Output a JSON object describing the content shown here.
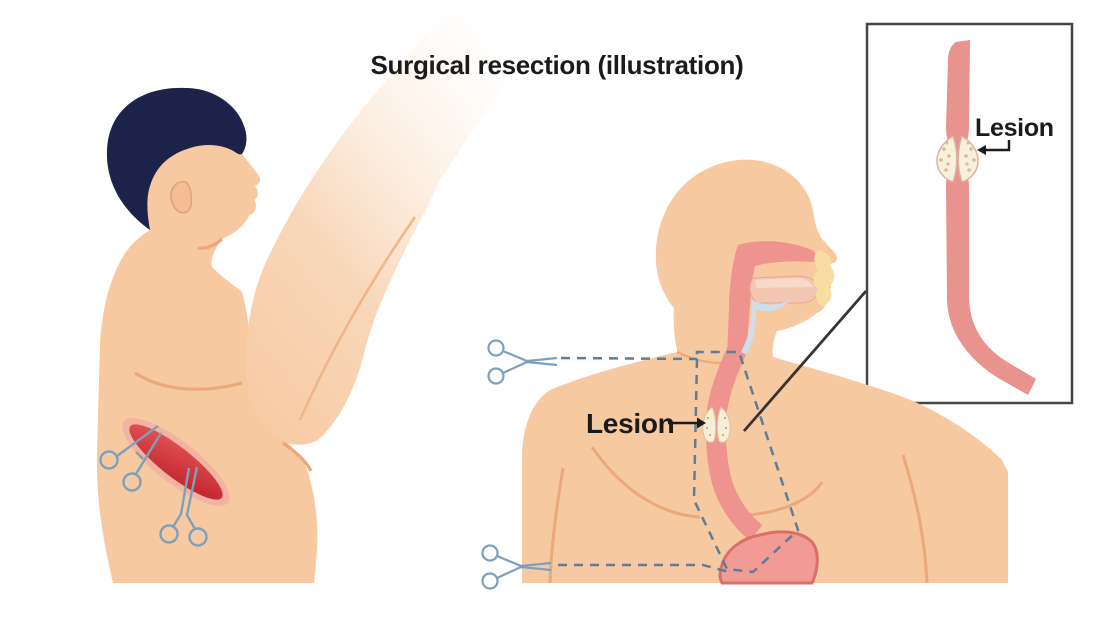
{
  "title": "Surgical resection (illustration)",
  "annotations": {
    "body_lesion_label": "Lesion",
    "inset_lesion_label": "Lesion"
  },
  "icons": {
    "scissors_top": "scissors-icon",
    "scissors_bottom": "scissors-icon",
    "hemostat_upper": "hemostat-clamp-icon",
    "hemostat_lower": "hemostat-clamp-icon"
  },
  "colors": {
    "background": "#ffffff",
    "skin": "#f7c9a1",
    "skin_shade": "#eca97c",
    "hair": "#1c2249",
    "mucosa_pink": "#ee938d",
    "stomach": "#f19b94",
    "stomach_border": "#db6e69",
    "wound_rim": "#f2b3a3",
    "wound_red_light": "#e4595b",
    "wound_red_dark": "#be1e27",
    "airway_blue": "#cddfea",
    "tongue": "#f3c6b2",
    "lips_yellow": "#f9dca2",
    "instrument_blue": "#7fa0bd",
    "dashed_line": "#5e7e97",
    "pointer_line": "#3a3230",
    "inset_border": "#4a4442",
    "lesion_fill": "#f6f1dd",
    "lesion_dots": "#d8be8c",
    "text": "#1b1b1b"
  }
}
